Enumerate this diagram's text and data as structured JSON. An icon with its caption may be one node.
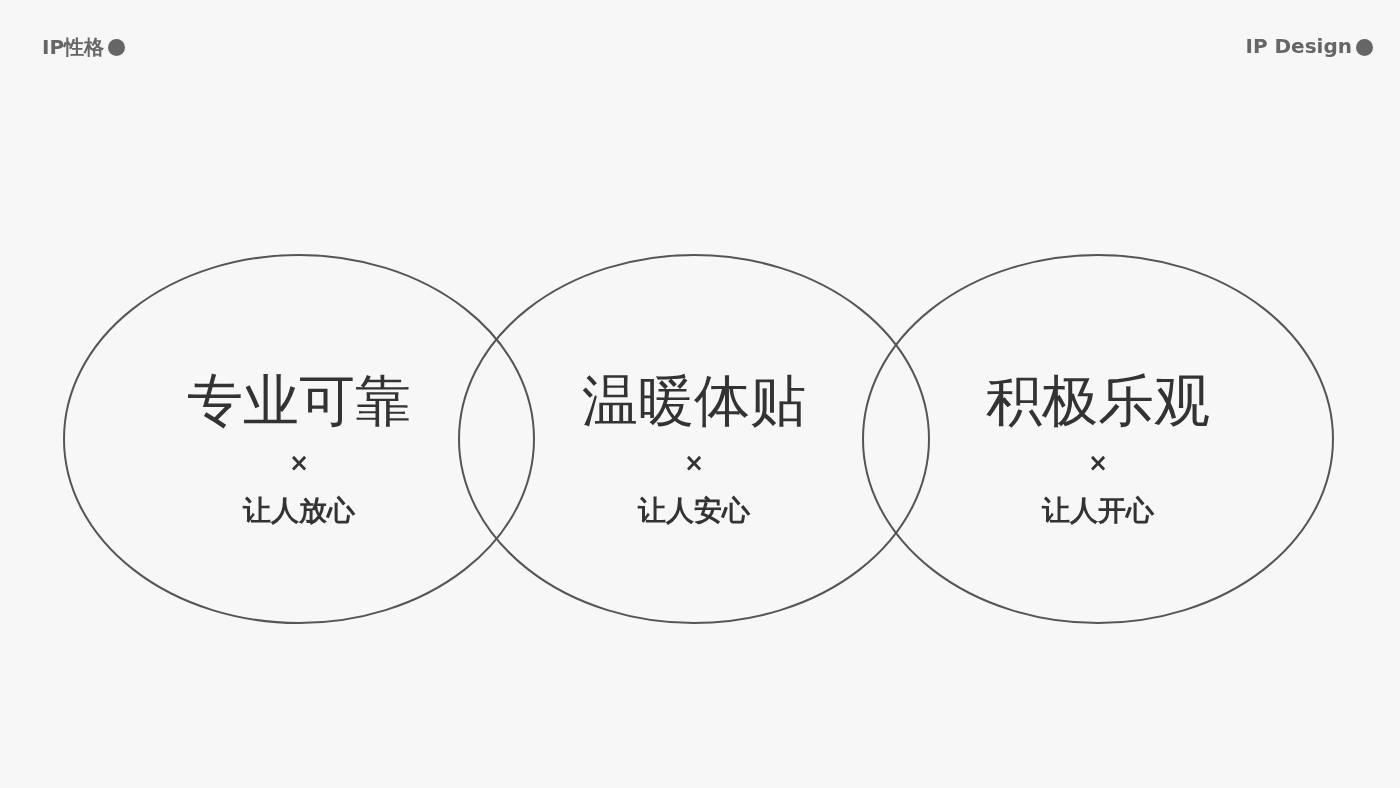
{
  "diagram": {
    "nodes": [
      {
        "text": [
          "专业可靠",
          "×",
          "让人放心"
        ]
      },
      {
        "text": [
          "温暖体贴",
          "×",
          "让人安心"
        ]
      },
      {
        "text": [
          "积极乐观",
          "×",
          "让人开心"
        ]
      }
    ],
    "labels": [
      "IP性格",
      "IP Design"
    ]
  }
}
